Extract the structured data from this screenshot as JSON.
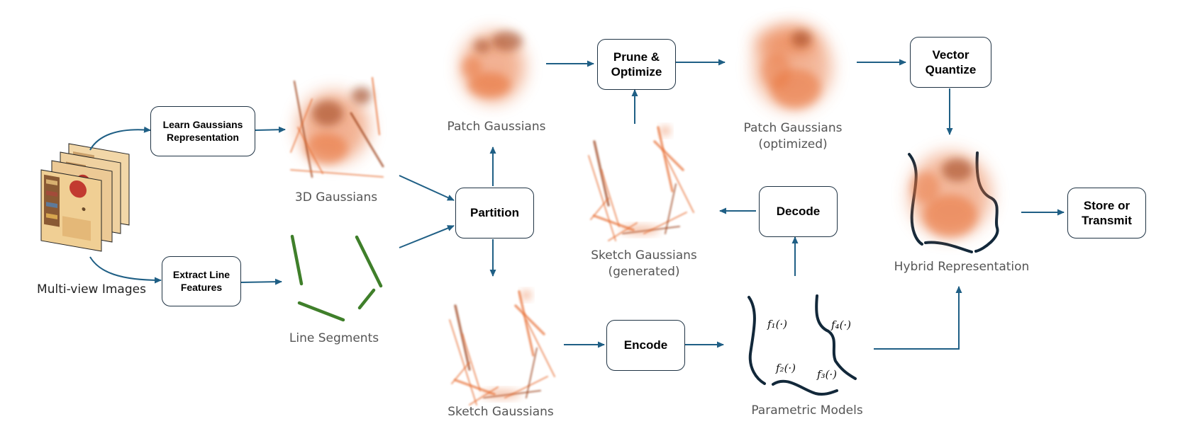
{
  "boxes": {
    "learn": "Learn Gaussians\nRepresentation",
    "extract": "Extract Line\nFeatures",
    "partition": "Partition",
    "prune": "Prune &\nOptimize",
    "encode": "Encode",
    "decode": "Decode",
    "quantize": "Vector\nQuantize",
    "store": "Store or\nTransmit"
  },
  "labels": {
    "multiview": "Multi-view Images",
    "gaussians3d": "3D Gaussians",
    "segments": "Line Segments",
    "patch": "Patch Gaussians",
    "patch_opt": "Patch Gaussians\n(optimized)",
    "sketch": "Sketch Gaussians",
    "sketch_gen": "Sketch Gaussians\n(generated)",
    "parametric": "Parametric Models",
    "hybrid": "Hybrid Representation"
  },
  "functions": [
    "f₁(·)",
    "f₂(·)",
    "f₃(·)",
    "f₄(·)"
  ],
  "colors": {
    "arrow": "#1f5f85",
    "box_border": "#1f3344",
    "gaussian": "#e8733a",
    "gaussian_dark": "#9a3d14",
    "line_segment": "#3f7f2a",
    "curve": "#12283a"
  }
}
